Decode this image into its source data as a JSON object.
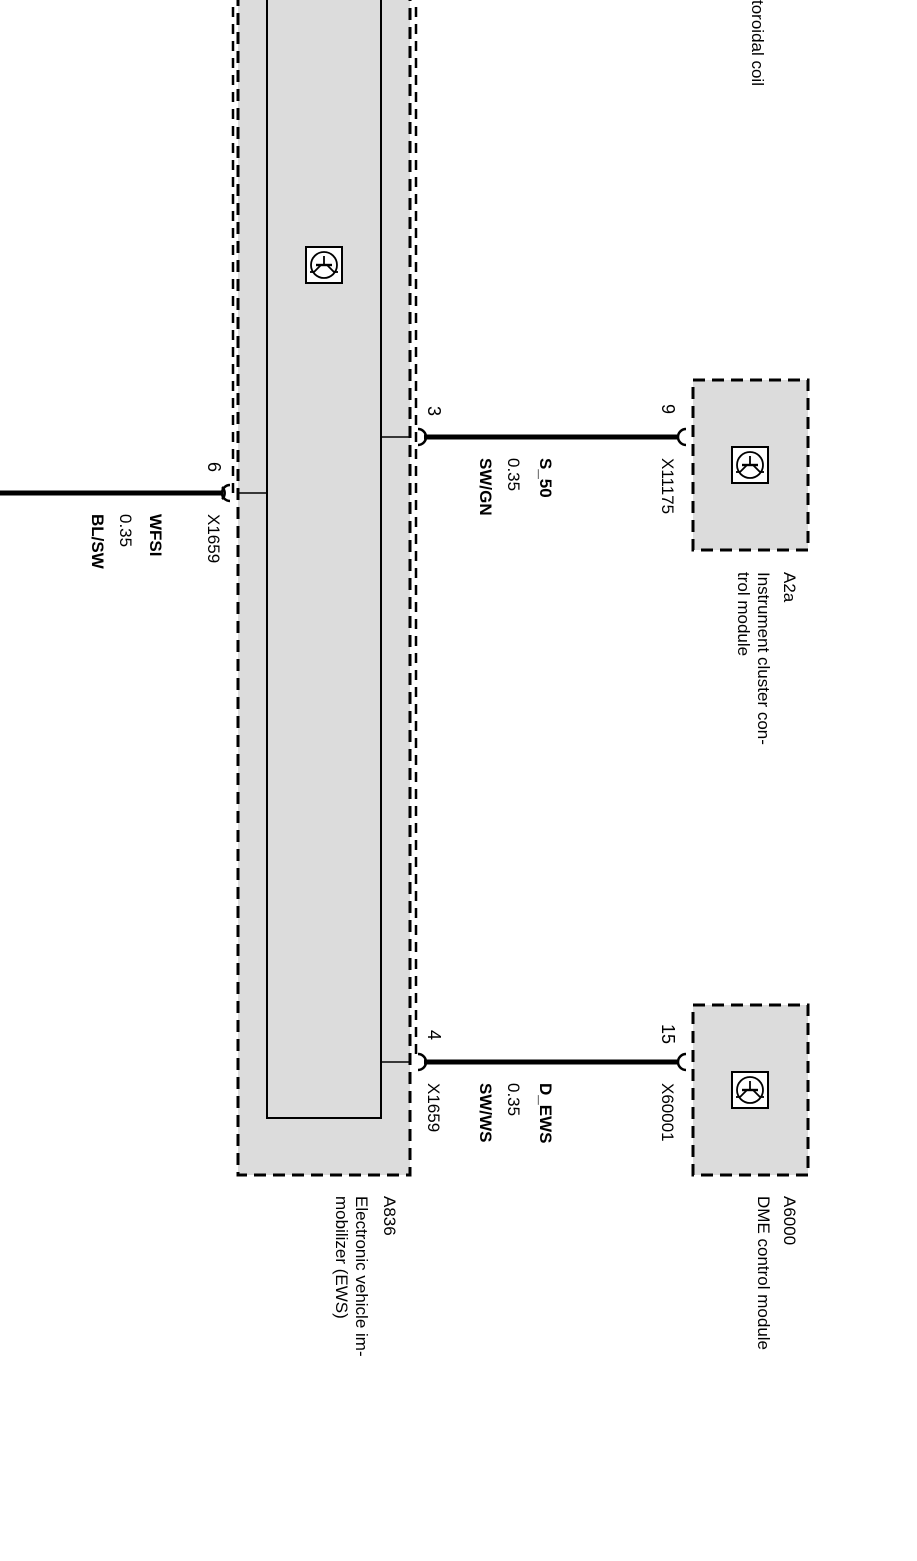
{
  "diagram": {
    "colors": {
      "module_fill": "#dcdcdc",
      "line": "#000000",
      "background": "#ffffff"
    },
    "icon_name": "transistor-icon",
    "toroidal_coil_label": "toroidal coil",
    "ews_module": {
      "code": "A836",
      "name_line1": "Electronic vehicle im-",
      "name_line2": "mobilizer (EWS)"
    },
    "instrument_cluster": {
      "code": "A2a",
      "name_line1": "Instrument cluster con-",
      "name_line2": "trol module"
    },
    "dme_module": {
      "code": "A6000",
      "name_line1": "DME control module"
    },
    "wires": {
      "wfsi": {
        "pin": "6",
        "connector": "X1659",
        "signal": "WFSI",
        "gauge": "0.35",
        "color_code": "BL/SW"
      },
      "s50": {
        "pin_ews": "3",
        "pin_cluster": "9",
        "connector": "X11175",
        "signal": "S_50",
        "gauge": "0.35",
        "color_code": "SW/GN"
      },
      "d_ews": {
        "pin_ews": "4",
        "connector_ews": "X1659",
        "pin_dme": "15",
        "connector_dme": "X60001",
        "signal": "D_EWS",
        "gauge": "0.35",
        "color_code": "SW/WS"
      }
    }
  }
}
